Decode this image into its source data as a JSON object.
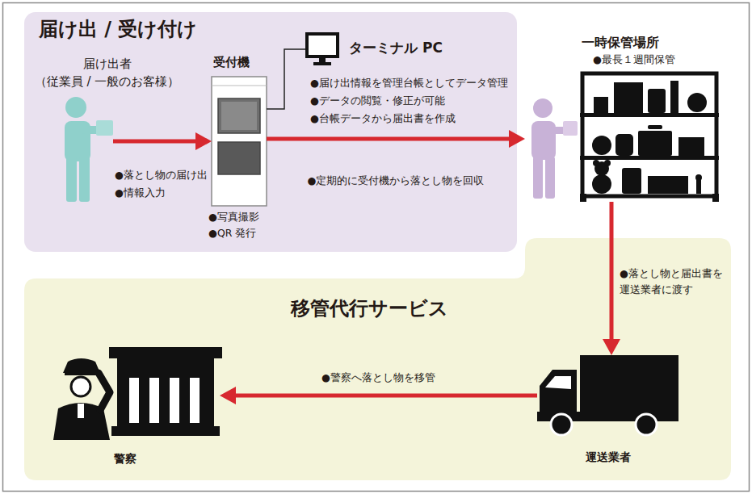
{
  "diagram": {
    "nodes": [
      {
        "text": [
          "届け出 / 受け付け"
        ]
      },
      {
        "text": [
          "届け出者",
          "（従業員 / 一般のお客様）"
        ],
        "in": 0
      },
      {
        "text": [
          "受付機",
          "●写真撮影",
          "●QR 発行"
        ],
        "in": 0
      },
      {
        "text": [
          "ターミナル PC",
          "●届け出情報を管理台帳としてデータ管理",
          "●データの閲覧・修正が可能",
          "●台帳データから届出書を作成"
        ],
        "in": 0
      },
      {
        "text": [
          "一時保管場所",
          "●最長１週間保管"
        ]
      },
      {
        "text": [
          "移管代行サービス"
        ]
      },
      {
        "text": [
          "運送業者"
        ],
        "in": 5
      },
      {
        "text": [
          "警察"
        ],
        "in": 5
      }
    ],
    "edges": [
      {
        "from": 1,
        "to": 2,
        "arrow": "to"
      },
      {
        "from": 2,
        "to": 3,
        "arrow": "none"
      },
      {
        "from": 2,
        "to": 4,
        "arrow": "to",
        "label": "●定期的に受付機から落とし物を回収"
      },
      {
        "from": 4,
        "to": 6,
        "arrow": "to",
        "label": "●落とし物と届出書を 運送業者に渡す"
      },
      {
        "from": 6,
        "to": 7,
        "arrow": "to",
        "label": "●警察へ落とし物を移管"
      }
    ],
    "labels": [
      "●落とし物の届け出",
      "●情報入力"
    ]
  }
}
